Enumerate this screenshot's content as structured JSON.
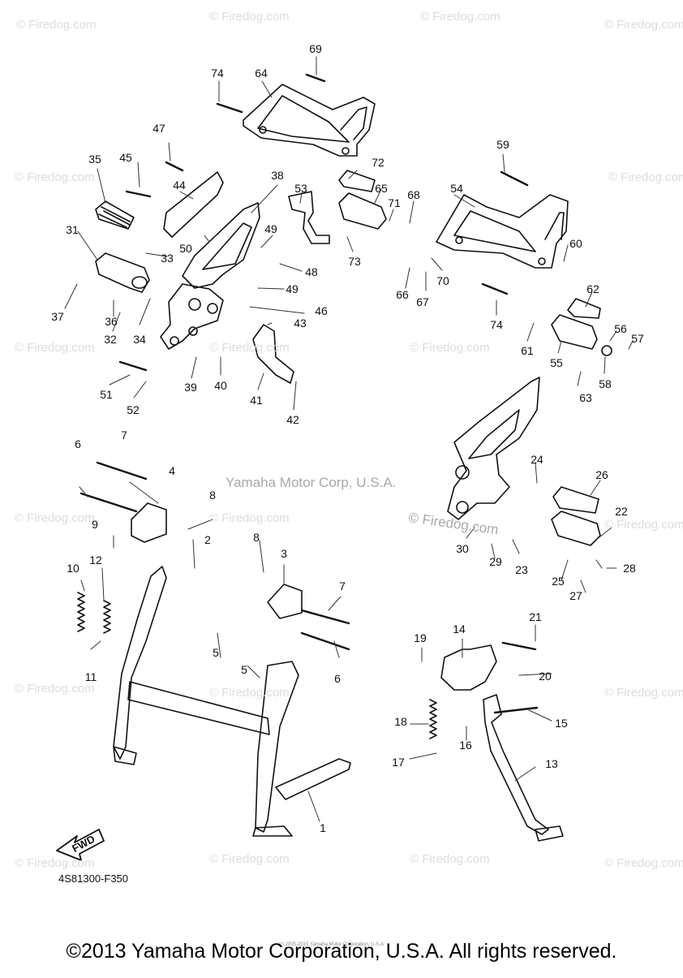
{
  "watermark": "© Firedog.com",
  "center_watermark": "Yamaha Motor Corp, U.S.A.",
  "center_firedog": "© Firedog.com",
  "figure_code": "4S81300-F350",
  "fwd_label": "FWD",
  "copyright": "©2013 Yamaha Motor Corporation, U.S.A. All rights reserved.",
  "tiny_notice": "(c) 2005-2015 Yamaha Motor Corporation, U.S.A.",
  "callouts": [
    "1",
    "2",
    "3",
    "4",
    "5",
    "5",
    "6",
    "6",
    "7",
    "7",
    "8",
    "8",
    "9",
    "10",
    "11",
    "12",
    "13",
    "14",
    "15",
    "16",
    "17",
    "18",
    "19",
    "20",
    "21",
    "22",
    "23",
    "24",
    "25",
    "26",
    "27",
    "28",
    "29",
    "30",
    "31",
    "32",
    "33",
    "34",
    "35",
    "36",
    "37",
    "38",
    "39",
    "40",
    "41",
    "42",
    "43",
    "45",
    "44",
    "46",
    "47",
    "48",
    "49",
    "49",
    "50",
    "51",
    "52",
    "53",
    "54",
    "55",
    "56",
    "57",
    "58",
    "59",
    "60",
    "61",
    "62",
    "63",
    "64",
    "65",
    "66",
    "67",
    "68",
    "69",
    "70",
    "71",
    "72",
    "73",
    "74",
    "74"
  ]
}
